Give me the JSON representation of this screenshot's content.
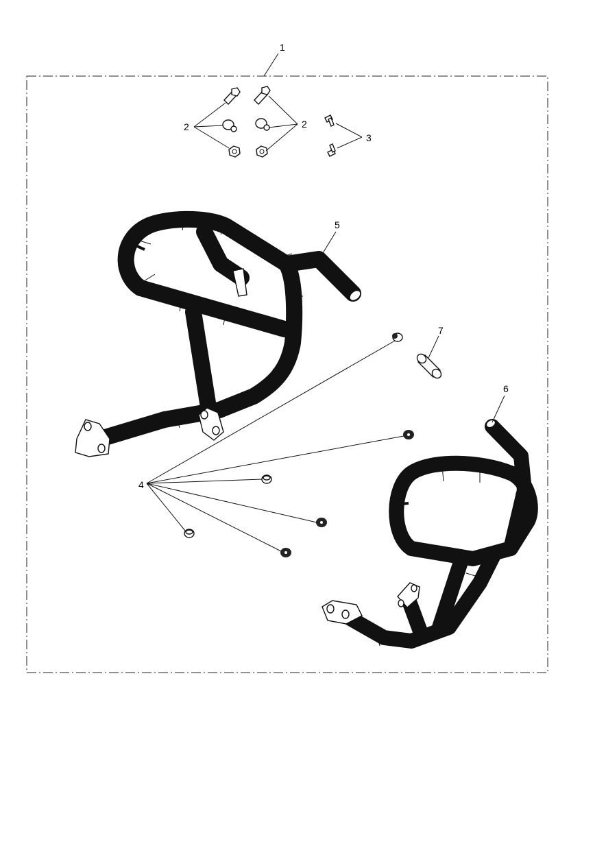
{
  "diagram": {
    "callouts": {
      "kit": "1",
      "bolts_left": "2",
      "bolts_right": "2",
      "screws": "3",
      "grommets": "4",
      "left_bar": "5",
      "right_bar": "6",
      "spacer": "7"
    }
  }
}
